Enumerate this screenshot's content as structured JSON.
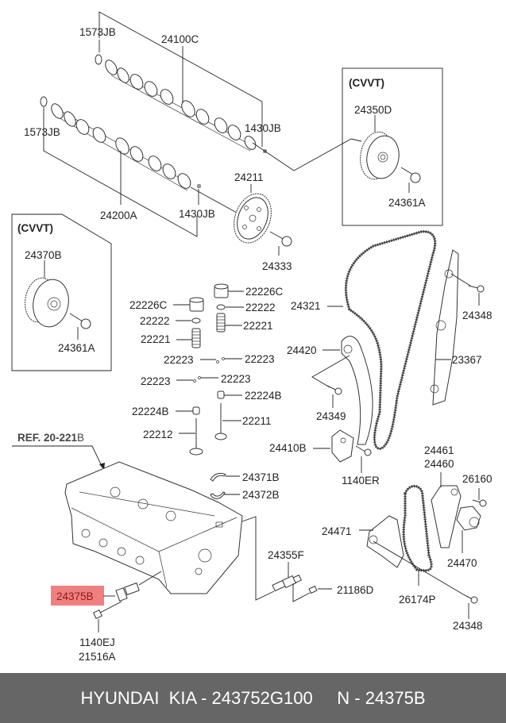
{
  "diagram": {
    "labels": {
      "cam_seal_top": "1573JB",
      "camshaft_intake": "24100C",
      "cam_seal_bottom": "1573JB",
      "pin_top": "1430JB",
      "camshaft_exhaust": "24200A",
      "pin_bottom": "1430JB",
      "sprocket": "24211",
      "sprocket_bolt": "24333",
      "cvvt_top_title": "(CVVT)",
      "cvvt_top_gear": "24350D",
      "cvvt_top_bolt": "24361A",
      "cvvt_left_title": "(CVVT)",
      "cvvt_left_gear": "24370B",
      "cvvt_left_bolt": "24361A",
      "tappet_left": "22226C",
      "tappet_right": "22226C",
      "retainer_left": "22222",
      "retainer_right": "22222",
      "spring_left": "22221",
      "spring_right": "22221",
      "cotter_1_left": "22223",
      "cotter_1_right": "22223",
      "cotter_2_left": "22223",
      "cotter_2_right": "22223",
      "seal_left": "22224B",
      "seal_right": "22224B",
      "valve_exhaust": "22212",
      "valve_intake": "22211",
      "timing_chain": "24321",
      "guide_bolt_right": "24348",
      "tensioner_arm": "24420",
      "chain_guide": "23367",
      "arm_bolt": "24349",
      "tensioner": "24410B",
      "tensioner_bolt": "1140ER",
      "ref_label_bold": "REF. 20-221",
      "ref_label_suffix": "B",
      "bearing_upper": "24371B",
      "bearing_lower": "24372B",
      "ocv_right": "24355F",
      "ocv_right_bolt": "21186D",
      "ocv_highlighted": "24375B",
      "ocv_bolt_1": "1140EJ",
      "ocv_bolt_2": "21516A",
      "oil_guide_1": "24461",
      "oil_guide_2": "24460",
      "oil_bolt": "26160",
      "oil_tensioner": "24470",
      "oil_guide_left": "24471",
      "oil_chain": "26174P",
      "oil_bolt_bottom": "24348"
    },
    "highlight_color": "#f08080"
  },
  "footer": {
    "text": "HYUNDAI  KIA - 243752G100     N - 24375B"
  }
}
